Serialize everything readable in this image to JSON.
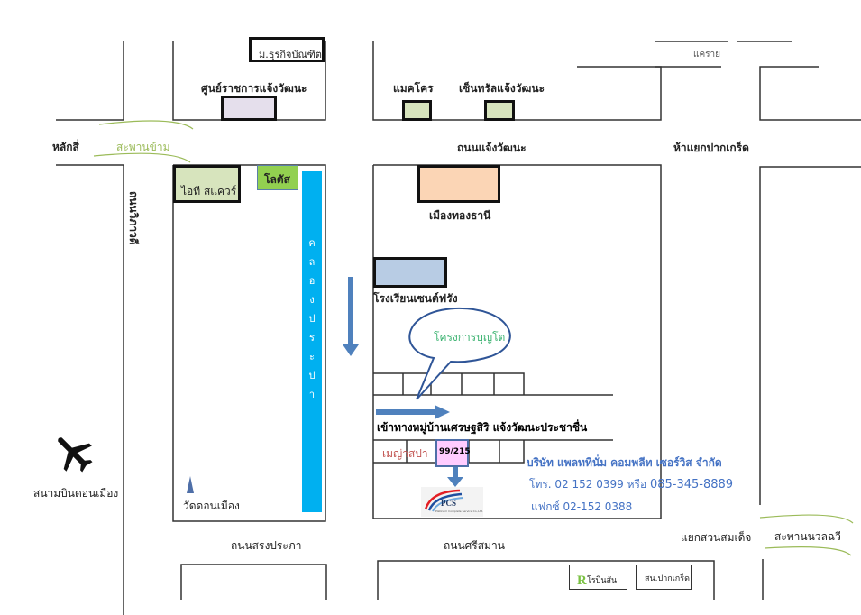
{
  "roads": {
    "lak_si": "หลักสี่",
    "overpass_left": "สะพานข้าม",
    "chaeng_watthana_rd": "ถนนแจ้งวัฒนะ",
    "pak_kret_junction": "ห้าแยกปากเกร็ด",
    "khae_rai": "แคราย",
    "vibhavadi_rd": "ถนนวิภาวดี",
    "song_prapa_rd": "ถนนสรงประภา",
    "si_saman_rd": "ถนนศรีสมาน",
    "suan_somdet_junction": "แยกสวนสมเด็จ",
    "nawalchawee_bridge": "สะพานนวลฉวี",
    "canal": [
      "ค",
      "ล",
      "อ",
      "ง",
      "ป",
      "ร",
      "ะ",
      "ป",
      "า"
    ]
  },
  "landmarks": {
    "dpu": "ม.ธุรกิจบัณฑิต",
    "govt_center": "ศูนย์ราชการแจ้งวัฒนะ",
    "makro": "แมคโคร",
    "central": "เซ็นทรัลแจ้งวัฒนะ",
    "it_square": "ไอที สแควร์",
    "lotus": "โลตัส",
    "muang_thong": "เมืองทองธานี",
    "st_francis": "โรงเรียนเซนต์ฟรัง",
    "bunyato_callout": "โครงการบุญโต",
    "village_entrance": "เข้าทางหมู่บ้านเศรษฐสิริ แจ้งวัฒนะประชาชื่น",
    "majesta_spa": "เมญ่าสปา",
    "address_number": "99/215",
    "airport": "สนามบินดอนเมือง",
    "wat_don_mueang": "วัดดอนเมือง",
    "robinson": "โรบินสัน",
    "pak_kret_police": "สน.ปากเกร็ด"
  },
  "company": {
    "name": "บริษัท แพลททินั่ม คอมพลีท เซอร์วิส จำกัด",
    "phone_label": "โทร. 02 152 0399 หรือ",
    "mobile": "085-345-8889",
    "fax": "แฟกซ์ 02-152 0388",
    "logo_text": "PCS",
    "logo_subtext": "Platinum Complete Service Co.,Ltd."
  },
  "colors": {
    "canal": "#00b0f0",
    "arrow_blue": "#4f81bd",
    "company_text": "#4472c4",
    "overpass_green": "#9bbb59",
    "callout_text": "#3cb371",
    "spa_red": "#c0504d",
    "address_pink": "#ffccff"
  },
  "icons": {
    "airport": "airplane-icon",
    "temple": "temple-icon",
    "logo": "pcs-logo-icon",
    "robinson_logo": "robinson-logo-icon"
  }
}
